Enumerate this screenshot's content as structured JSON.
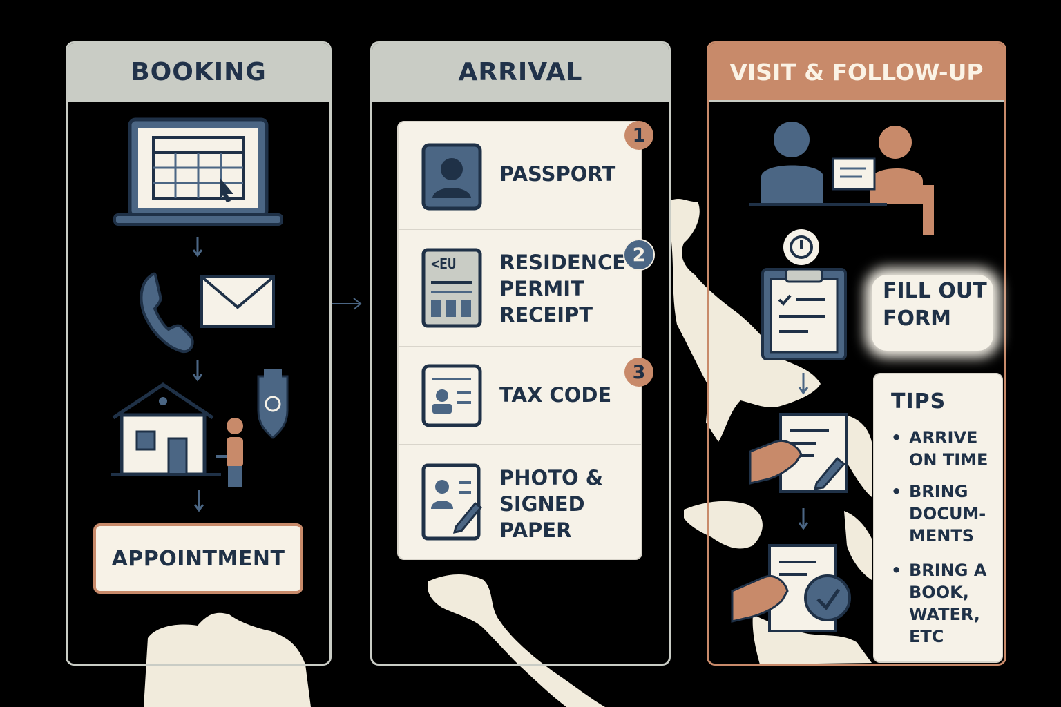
{
  "columns": {
    "booking": {
      "title": "BOOKING"
    },
    "arrival": {
      "title": "ARRIVAL"
    },
    "visit": {
      "title": "VISIT & FOLLOW-UP"
    }
  },
  "booking": {
    "appointment_label": "APPOINTMENT",
    "icons": [
      "laptop-calendar-icon",
      "phone-icon",
      "envelope-icon",
      "house-icon",
      "person-icon",
      "emblem-icon"
    ]
  },
  "arrival": {
    "documents": [
      {
        "badge": "1",
        "label": "PASSPORT",
        "icon": "passport-icon"
      },
      {
        "badge": "2",
        "label": "RESIDENCE\nPERMIT\nRECEIPT",
        "icon": "permit-icon"
      },
      {
        "badge": "3",
        "label": "TAX CODE",
        "icon": "id-card-icon"
      },
      {
        "badge": "",
        "label": "PHOTO &\nSIGNED\nPAPER",
        "icon": "photo-sign-icon"
      }
    ]
  },
  "visit": {
    "form_label": "FILL OUT\nFORM",
    "tips_title": "TIPS",
    "tips": [
      "ARRIVE\nON TIME",
      "BRING\nDOCUM-\nMENTS",
      "BRING A\nBOOK,\nWATER,\nETC"
    ]
  },
  "colors": {
    "header_gray": "#c9ccc5",
    "accent_orange": "#c88a6a",
    "navy": "#1f3147",
    "slate_blue": "#4b6684",
    "cream": "#f6f2e8"
  }
}
